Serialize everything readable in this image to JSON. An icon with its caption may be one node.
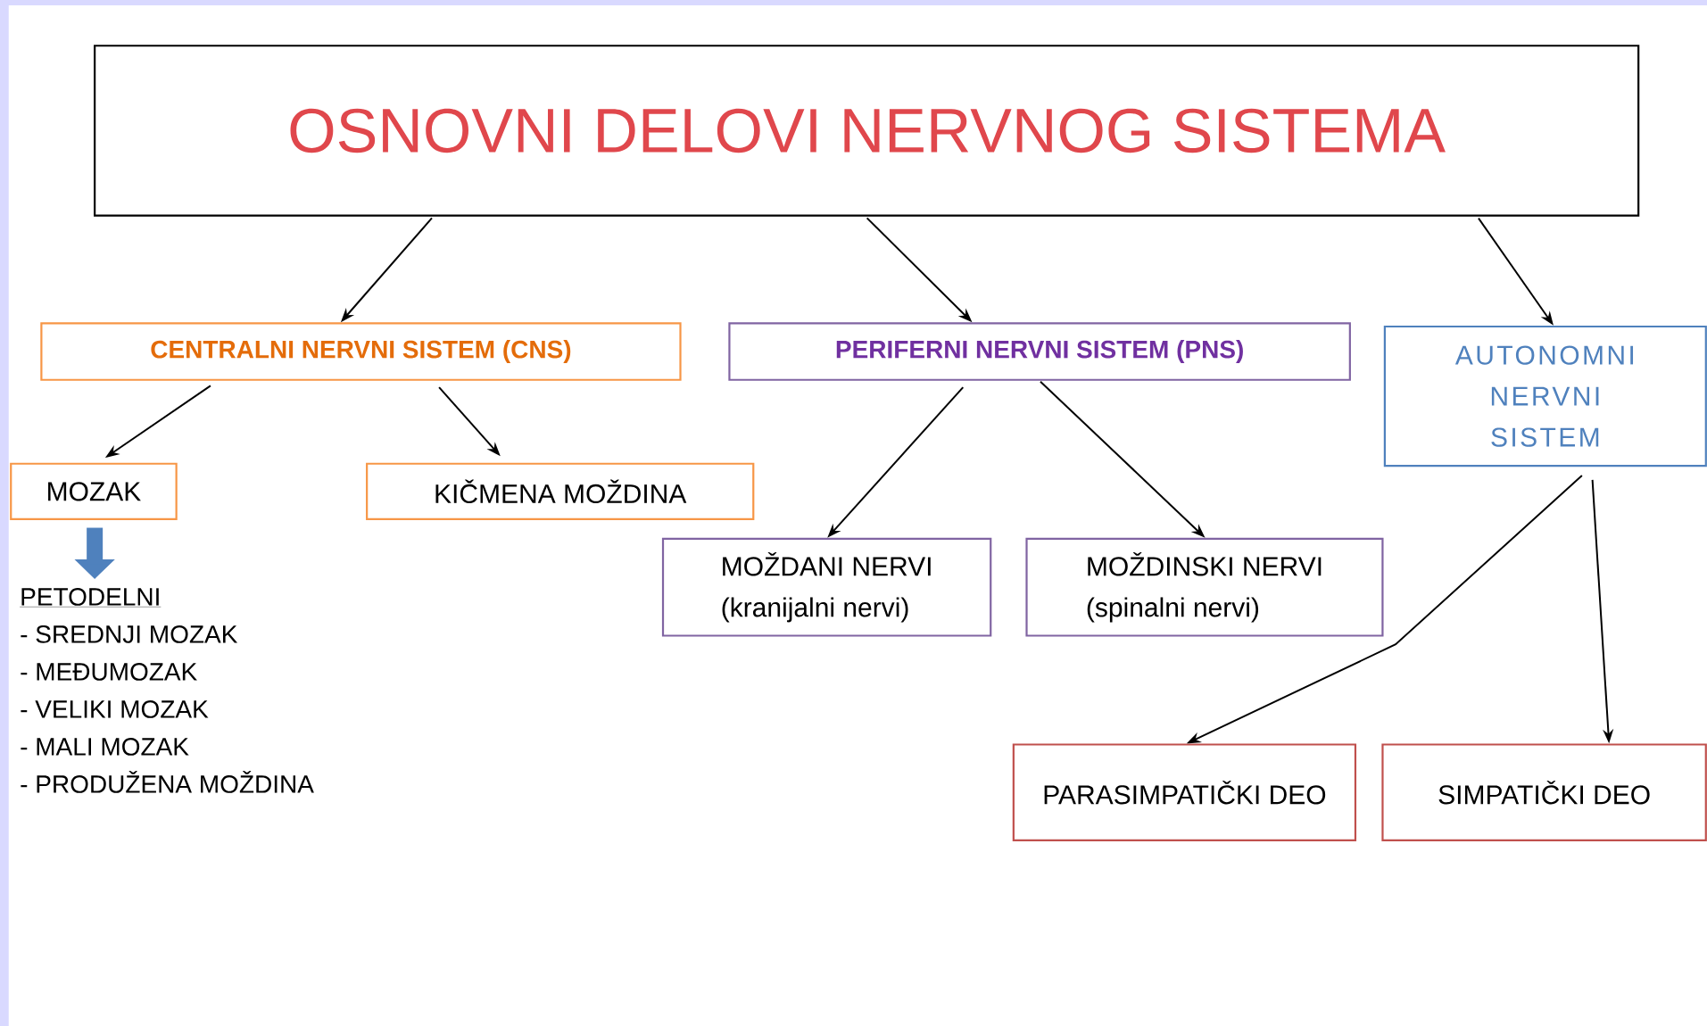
{
  "diagram": {
    "nodes": [
      {
        "text": [
          "OSNOVNI DELOVI NERVNOG SISTEMA"
        ]
      },
      {
        "text": [
          "CENTRALNI NERVNI SISTEM (CNS)"
        ]
      },
      {
        "text": [
          "PERIFERNI NERVNI SISTEM (PNS)"
        ]
      },
      {
        "text": [
          "AUTONOMNI NERVNI SISTEM"
        ]
      },
      {
        "text": [
          "MOZAK"
        ]
      },
      {
        "text": [
          "KIČMENA MOŽDINA"
        ]
      },
      {
        "text": [
          "MOŽDANI NERVI",
          "(kranijalni nervi)"
        ]
      },
      {
        "text": [
          "MOŽDINSKI NERVI",
          "(spinalni nervi)"
        ]
      },
      {
        "text": [
          "PARASIMPATIČKI DEO"
        ]
      },
      {
        "text": [
          "SIMPATIČKI DEO"
        ]
      },
      {
        "text": [
          "PETODELNI",
          "- SREDNJI MOZAK",
          "- MEĐUMOZAK",
          "- VELIKI MOZAK",
          "- MALI MOZAK",
          "- PRODUŽENA MOŽDINA"
        ]
      }
    ],
    "edges": [
      {
        "from": 0,
        "to": 1,
        "arrow": "to"
      },
      {
        "from": 0,
        "to": 2,
        "arrow": "to"
      },
      {
        "from": 0,
        "to": 3,
        "arrow": "to"
      },
      {
        "from": 1,
        "to": 4,
        "arrow": "to"
      },
      {
        "from": 1,
        "to": 5,
        "arrow": "to"
      },
      {
        "from": 2,
        "to": 6,
        "arrow": "to"
      },
      {
        "from": 2,
        "to": 7,
        "arrow": "to"
      },
      {
        "from": 3,
        "to": 8,
        "arrow": "to"
      },
      {
        "from": 3,
        "to": 9,
        "arrow": "to"
      },
      {
        "from": 4,
        "to": 10,
        "arrow": "to",
        "style": "thick",
        "color": "#4f81bd"
      }
    ]
  }
}
